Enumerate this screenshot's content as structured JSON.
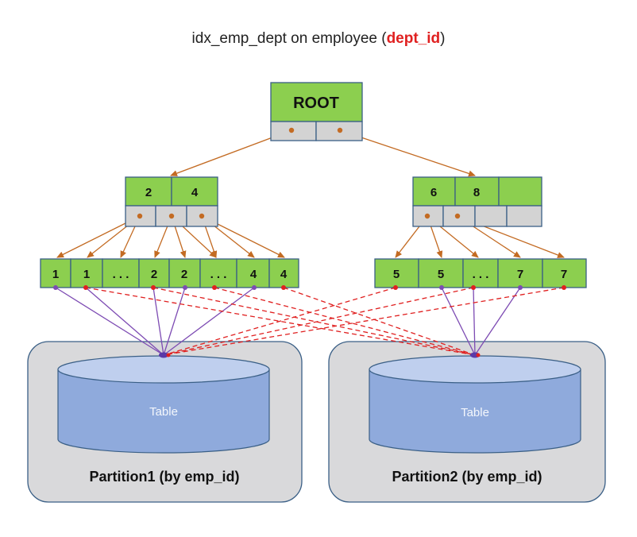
{
  "title": {
    "prefix": "idx_emp_dept on employee (",
    "highlight": "dept_id",
    "suffix": ")"
  },
  "root": {
    "label": "ROOT"
  },
  "internal_nodes": [
    {
      "keys": [
        "2",
        "4"
      ]
    },
    {
      "keys": [
        "6",
        "8",
        ""
      ]
    }
  ],
  "leaf_groups": [
    {
      "keys": [
        "1",
        "1",
        ". . .",
        "2",
        "2",
        ". . .",
        "4",
        "4"
      ]
    },
    {
      "keys": [
        "5",
        "5",
        ". . .",
        "7",
        "7"
      ]
    }
  ],
  "partitions": [
    {
      "table_label": "Table",
      "label": "Partition1 (by emp_id)"
    },
    {
      "table_label": "Table",
      "label": "Partition2 (by emp_id)"
    }
  ],
  "colors": {
    "node_fill": "#8ccf4f",
    "node_border": "#3a5f86",
    "pointer_cell": "#d3d3d3",
    "tree_arrow": "#c36b23",
    "local_link": "#7d4bb3",
    "remote_link": "#e02020",
    "partition_fill": "#d9d9db",
    "table_fill": "#8faadc",
    "table_top": "#bfcfee"
  }
}
